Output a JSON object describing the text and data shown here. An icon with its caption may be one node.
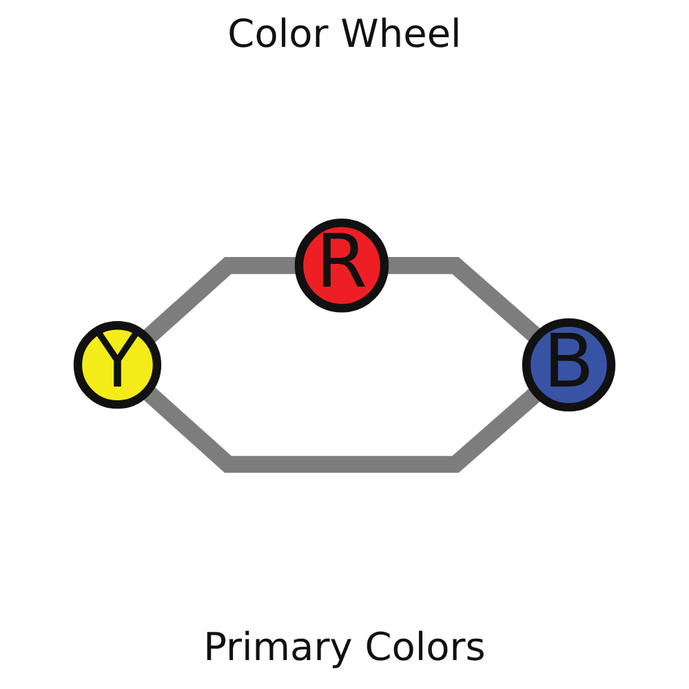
{
  "diagram": {
    "title": "Color Wheel",
    "nodes": [
      {
        "text": [
          "R"
        ]
      },
      {
        "text": [
          "Y"
        ]
      },
      {
        "text": [
          "B"
        ]
      }
    ],
    "edges": [
      {
        "from": 1,
        "to": 0,
        "arrow": "none"
      },
      {
        "from": 0,
        "to": 2,
        "arrow": "none"
      },
      {
        "from": 1,
        "to": 2,
        "arrow": "none"
      }
    ],
    "caption": "Primary Colors"
  }
}
